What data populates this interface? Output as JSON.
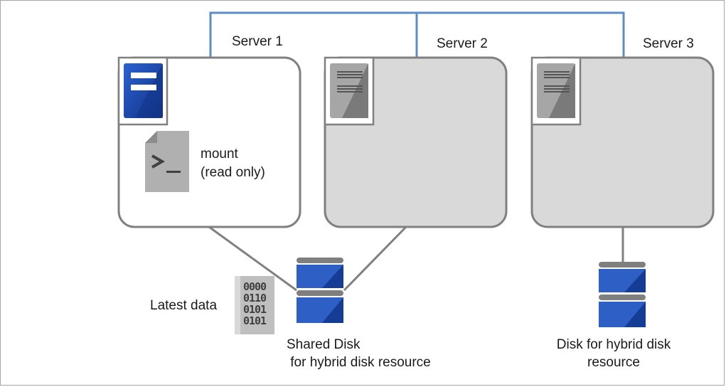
{
  "servers": [
    {
      "label": "Server 1",
      "state": "active"
    },
    {
      "label": "Server 2",
      "state": "standby"
    },
    {
      "label": "Server 3",
      "state": "standby"
    }
  ],
  "mount": {
    "line1": "mount",
    "line2": "(read only)",
    "icon": "terminal-script-icon"
  },
  "latest_data": {
    "label": "Latest data",
    "icon": "binary-data-icon",
    "bits": [
      "0000",
      "0110",
      "0101",
      "0101"
    ]
  },
  "shared_disk": {
    "line1": "Shared Disk",
    "line2": " for hybrid disk resource",
    "icon": "disk-icon"
  },
  "hybrid_disk": {
    "line1": "Disk for hybrid disk",
    "line2": "resource",
    "icon": "disk-icon"
  },
  "colors": {
    "network": "#5b8dc9",
    "server_border": "#808080",
    "standby_fill": "#d9d9d9",
    "active_server_icon": "#1f4fb5",
    "disk_blue": "#2d5fc4",
    "disk_gray": "#7f7f7f",
    "cable": "#808080"
  }
}
